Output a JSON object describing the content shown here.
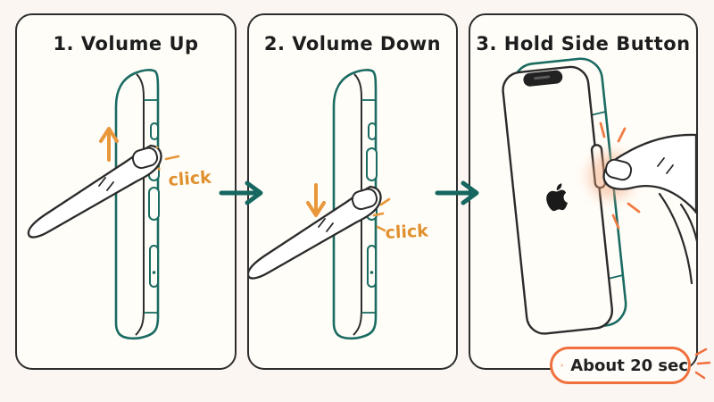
{
  "colors": {
    "ink": "#2e2e2e",
    "teal": "#1a6b62",
    "orange": "#e8973b",
    "accent_orange": "#f0703d",
    "panel_bg": "#fffdf8",
    "page_bg": "#fbf6f2",
    "glow_peach": "#f4a77d"
  },
  "steps": [
    {
      "title": "1. Volume Up",
      "click_label": "click",
      "press_arrow": "up",
      "button_pressed": "volume-up"
    },
    {
      "title": "2. Volume Down",
      "click_label": "click",
      "press_arrow": "down",
      "button_pressed": "volume-down"
    },
    {
      "title": "3. Hold Side Button",
      "button_pressed": "side-button"
    }
  ],
  "duration_badge": {
    "label": "About 20 sec",
    "icon": "stopwatch-icon"
  },
  "icons": {
    "step_arrow": "right-arrow-icon",
    "apple_logo": "apple-logo",
    "sparkle": "sparkle-dashes"
  }
}
